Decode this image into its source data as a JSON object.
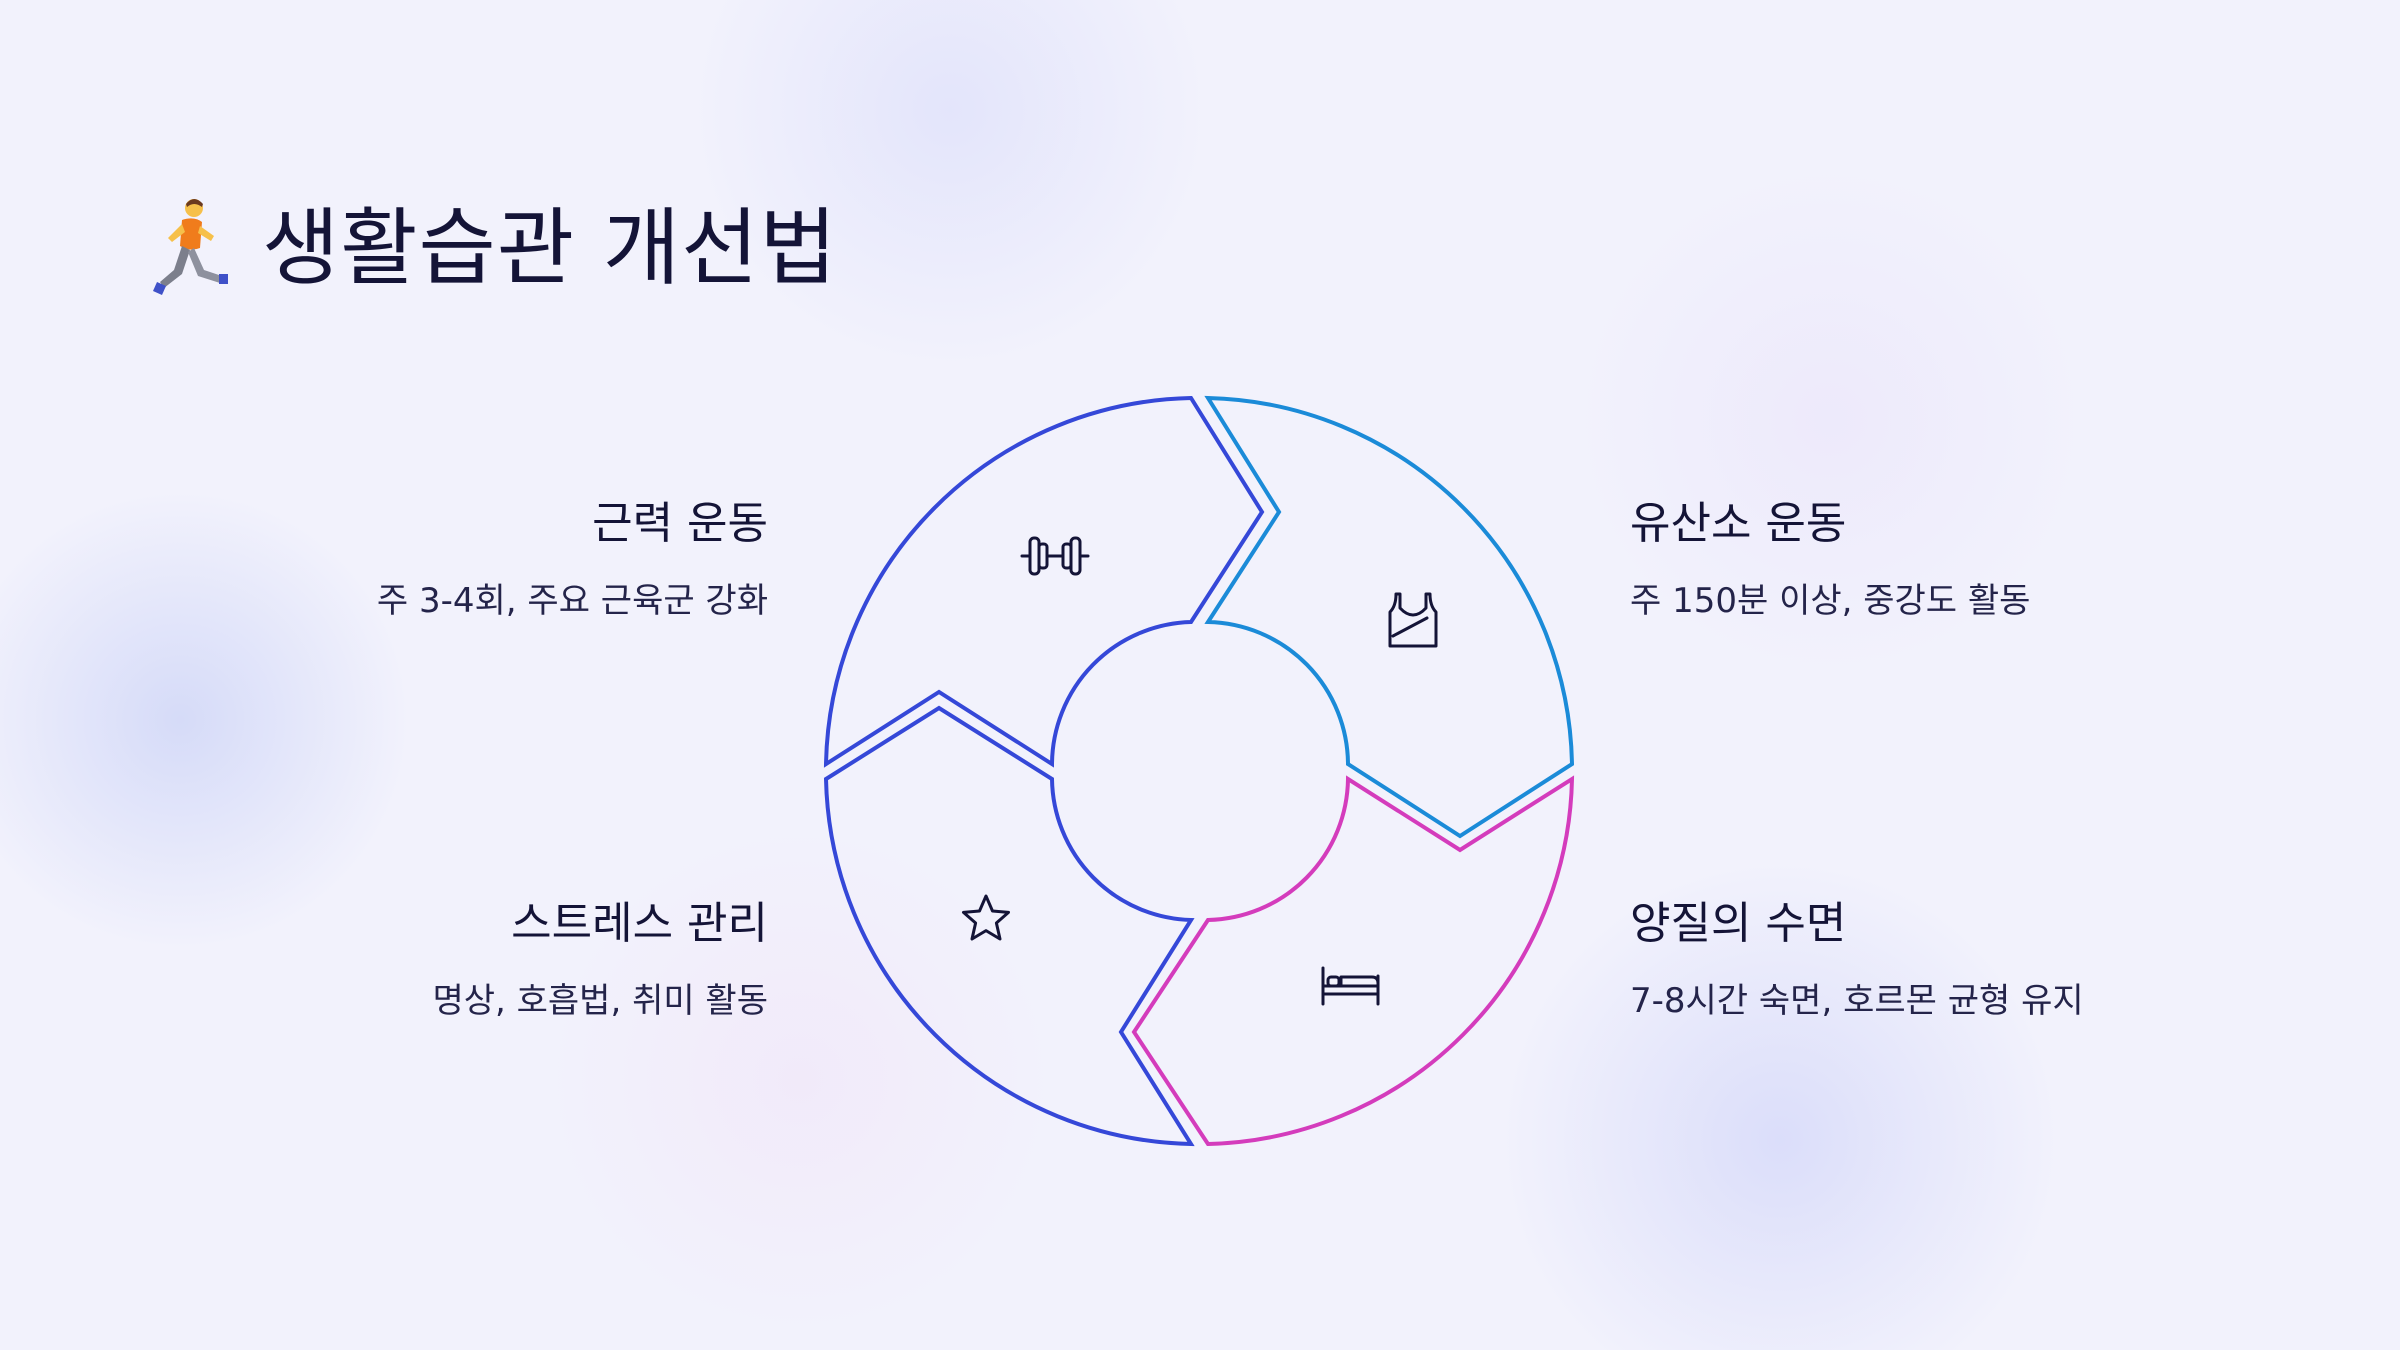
{
  "title": {
    "emoji_icon": "person-running-icon",
    "text": "생활습관 개선법"
  },
  "items": {
    "strength": {
      "title": "근력 운동",
      "desc": "주 3-4회, 주요 근육군 강화",
      "icon": "dumbbell-icon",
      "color": "#3548d8"
    },
    "cardio": {
      "title": "유산소 운동",
      "desc": "주 150분 이상, 중강도 활동",
      "icon": "tank-top-icon",
      "color": "#1b8bd8"
    },
    "stress": {
      "title": "스트레스 관리",
      "desc": "명상, 호흡법, 취미 활동",
      "icon": "star-icon",
      "color": "#3548d8"
    },
    "sleep": {
      "title": "양질의 수면",
      "desc": "7-8시간 숙면, 호르몬 균형 유지",
      "icon": "bed-icon",
      "color": "#d43cbc"
    }
  }
}
